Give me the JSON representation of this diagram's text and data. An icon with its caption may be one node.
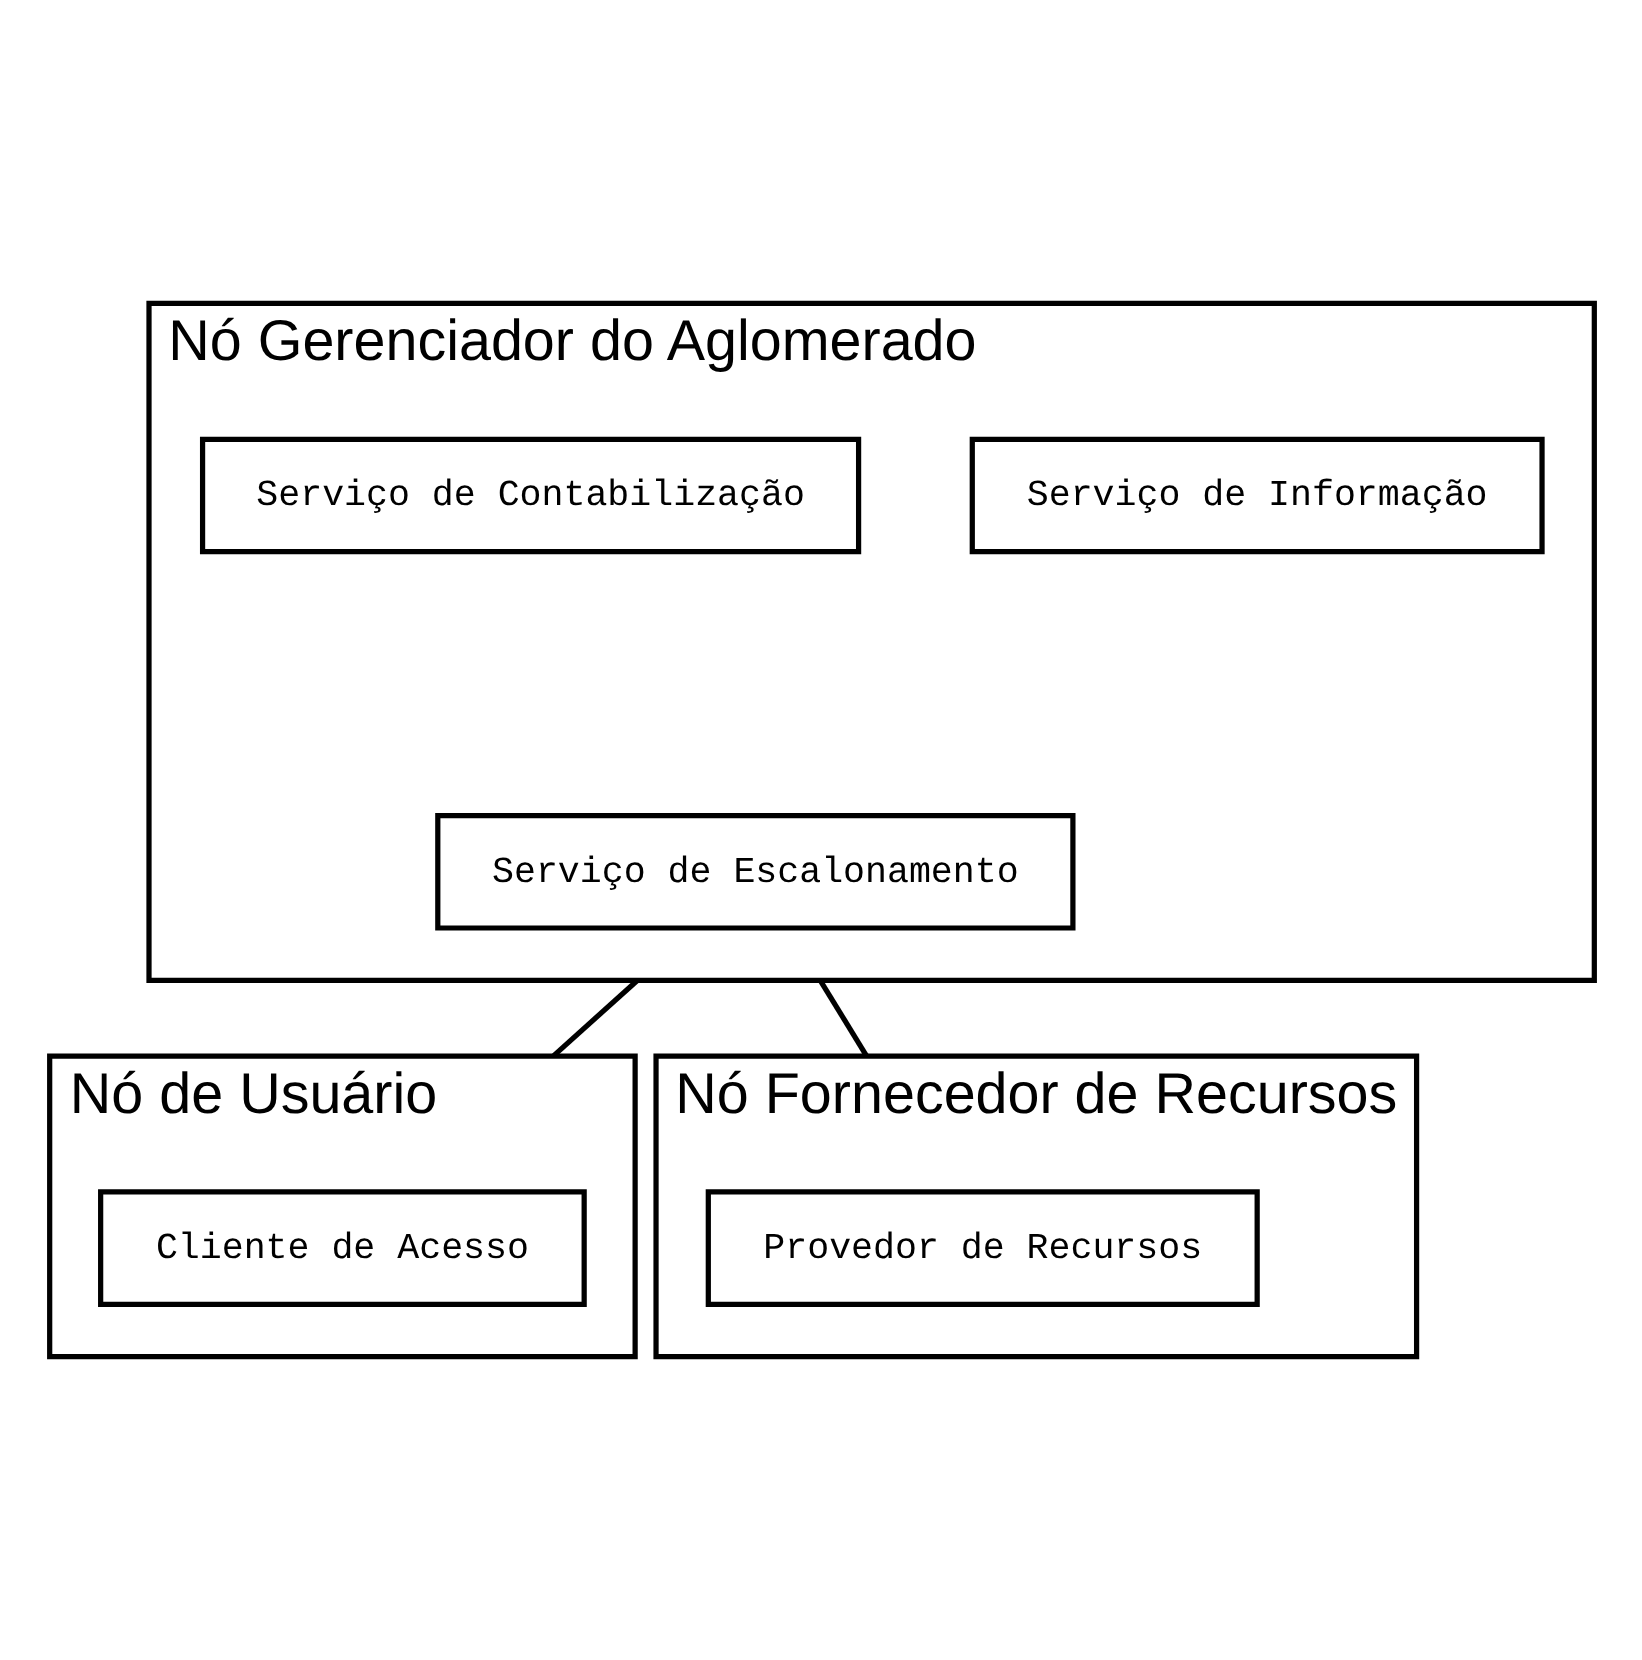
{
  "diagram": {
    "nodes": [
      {
        "text": [
          "Nó Gerenciador do Aglomerado"
        ]
      },
      {
        "text": [
          "Serviço de Informação"
        ],
        "in": 0
      },
      {
        "text": [
          "Serviço de Contabilização"
        ],
        "in": 0
      },
      {
        "text": [
          "Serviço de Escalonamento"
        ],
        "in": 0
      },
      {
        "text": [
          "Nó de Usuário"
        ]
      },
      {
        "text": [
          "Cliente de Acesso"
        ],
        "in": 4
      },
      {
        "text": [
          "Nó Fornecedor de Recursos"
        ]
      },
      {
        "text": [
          "Provedor de Recursos"
        ],
        "in": 6
      }
    ],
    "edges": [
      {
        "from": 0,
        "to": 4,
        "arrow": "none"
      },
      {
        "from": 0,
        "to": 6,
        "arrow": "none"
      }
    ]
  }
}
